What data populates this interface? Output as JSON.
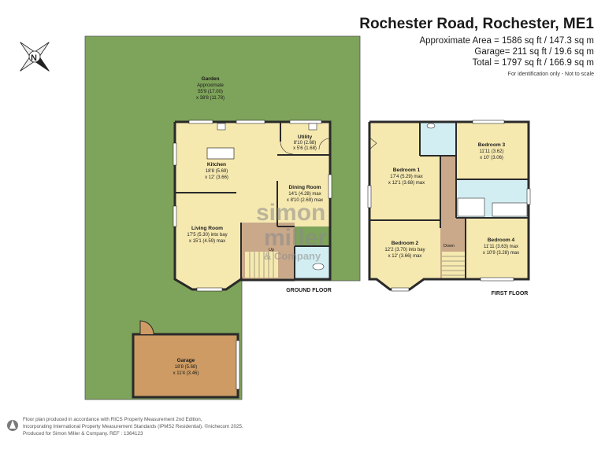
{
  "header": {
    "address": "Rochester Road, Rochester, ME1",
    "approx_area": "Approximate Area = 1586 sq ft / 147.3 sq m",
    "garage_area": "Garage= 211 sq ft / 19.6 sq m",
    "total_area": "Total = 1797 sq ft / 166.9 sq m",
    "note": "For identification only - Not to scale"
  },
  "compass": {
    "letter": "N"
  },
  "floors": {
    "ground": "GROUND FLOOR",
    "first": "FIRST FLOOR"
  },
  "rooms": {
    "garden": {
      "name": "Garden",
      "l1": "Approximate",
      "l2": "55'9 (17.00)",
      "l3": "x 38'8 (11.78)"
    },
    "utility": {
      "name": "Utility",
      "l1": "8'10 (2.68)",
      "l2": "x 5'6 (1.68)"
    },
    "kitchen": {
      "name": "Kitchen",
      "l1": "18'8 (5.69)",
      "l2": "x 12' (3.66)"
    },
    "dining": {
      "name": "Dining Room",
      "l1": "14'1 (4.28) max",
      "l2": "x 8'10 (2.69) max"
    },
    "living": {
      "name": "Living Room",
      "l1": "17'5 (5.30) into bay",
      "l2": "x 15'1 (4.59) max"
    },
    "garage": {
      "name": "Garage",
      "l1": "18'8 (5.68)",
      "l2": "x 11'4 (3.46)"
    },
    "bed1": {
      "name": "Bedroom 1",
      "l1": "17'4 (5.29) max",
      "l2": "x 12'1 (3.68) max"
    },
    "bed2": {
      "name": "Bedroom 2",
      "l1": "12'2 (3.70) into bay",
      "l2": "x 12' (3.66) max"
    },
    "bed3": {
      "name": "Bedroom 3",
      "l1": "11'11 (3.62)",
      "l2": "x 10' (3.06)"
    },
    "bed4": {
      "name": "Bedroom 4",
      "l1": "11'11 (3.63) max",
      "l2": "x 10'9 (3.28) max"
    }
  },
  "stairs": {
    "up": "Up",
    "down": "Down"
  },
  "watermark": {
    "line1": "simon",
    "line2": "miller",
    "line3": "& Company"
  },
  "footer": {
    "line1": "Floor plan produced in accordance with RICS Property Measurement 2nd Edition,",
    "line2": "Incorporating International Property Measurement Standards (IPMS2 Residential).  ©nichecom 2025.",
    "line3": "Produced for Simon Miller & Company.   REF : 1364123"
  },
  "colors": {
    "garden": "#7ea35a",
    "room": "#f6e9b0",
    "garage": "#cd9b63",
    "bathroom": "#d3eef2",
    "landing": "#c9a98a",
    "wall": "#2a2a2a"
  }
}
